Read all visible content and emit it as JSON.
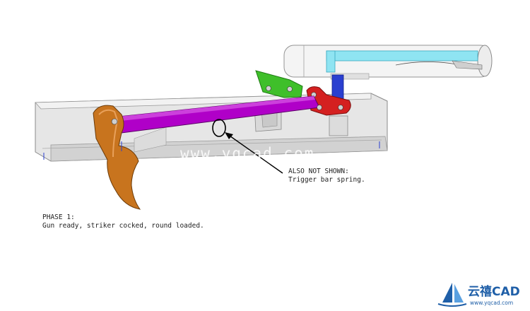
{
  "watermark": "www.yqcad.com",
  "callout": {
    "line1": "ALSO NOT SHOWN:",
    "line2": "Trigger bar spring."
  },
  "phase": {
    "line1": "PHASE 1:",
    "line2": "Gun ready, striker cocked, round loaded."
  },
  "logo": {
    "name": "云禧CAD",
    "url": "www.yqcad.com"
  },
  "colors": {
    "trigger": "#c8741e",
    "trigger_bar": "#b000c8",
    "sear_green": "#3fbf2a",
    "disconnector_red": "#d42020",
    "plunger_blue": "#2a3fd0",
    "striker_cyan": "#7fe0f0",
    "frame_gray": "#e4e4e4"
  }
}
